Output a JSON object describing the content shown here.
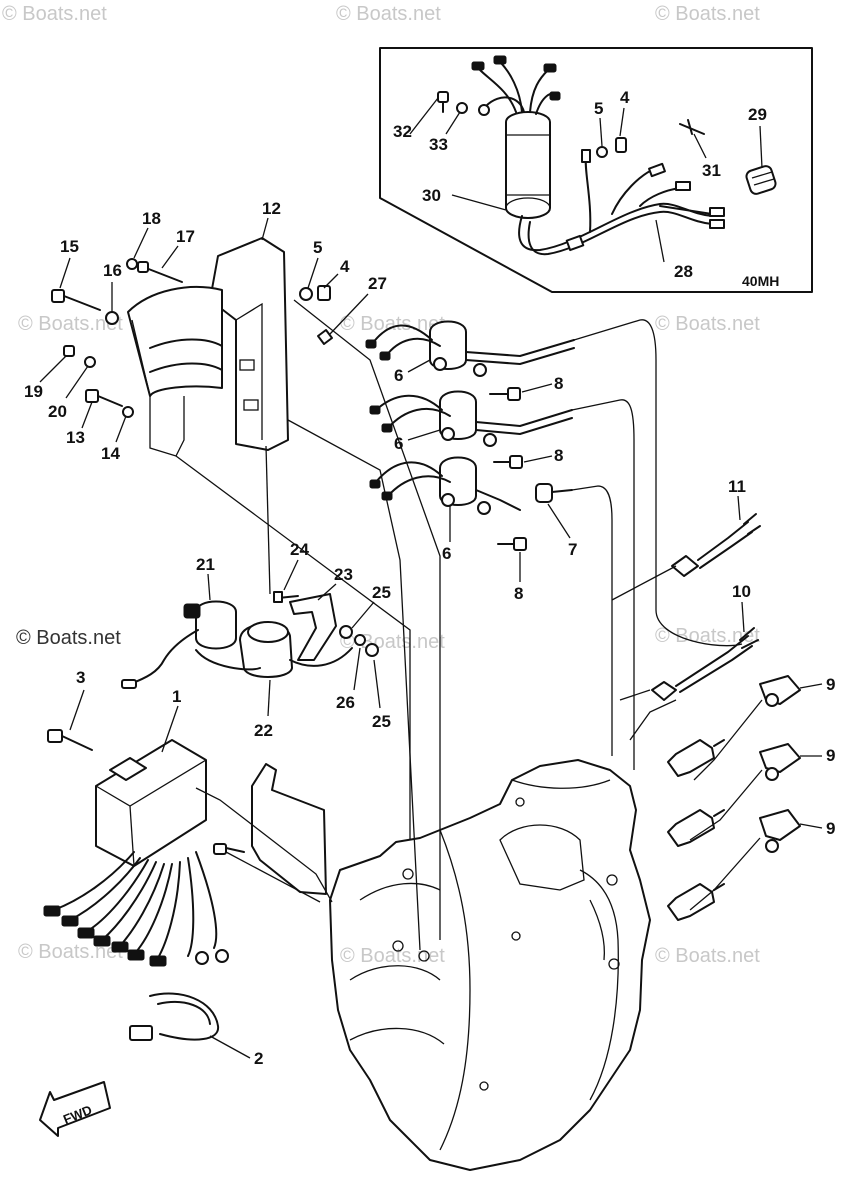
{
  "watermarks": {
    "faint": "© Boats.net",
    "dark": "© Boats.net"
  },
  "inset": {
    "model_code": "40MH"
  },
  "direction_arrow": {
    "label": "FWD"
  },
  "callouts": {
    "c1": "1",
    "c2": "2",
    "c3": "3",
    "c4a": "4",
    "c4b": "4",
    "c5a": "5",
    "c5b": "5",
    "c6a": "6",
    "c6b": "6",
    "c6c": "6",
    "c7": "7",
    "c8a": "8",
    "c8b": "8",
    "c8c": "8",
    "c9a": "9",
    "c9b": "9",
    "c9c": "9",
    "c10": "10",
    "c11": "11",
    "c12": "12",
    "c13": "13",
    "c14": "14",
    "c15": "15",
    "c16": "16",
    "c17": "17",
    "c18": "18",
    "c19": "19",
    "c20": "20",
    "c21": "21",
    "c22": "22",
    "c23": "23",
    "c24": "24",
    "c25a": "25",
    "c25b": "25",
    "c26": "26",
    "c27": "27",
    "c28": "28",
    "c29": "29",
    "c30": "30",
    "c31": "31",
    "c32": "32",
    "c33": "33"
  }
}
